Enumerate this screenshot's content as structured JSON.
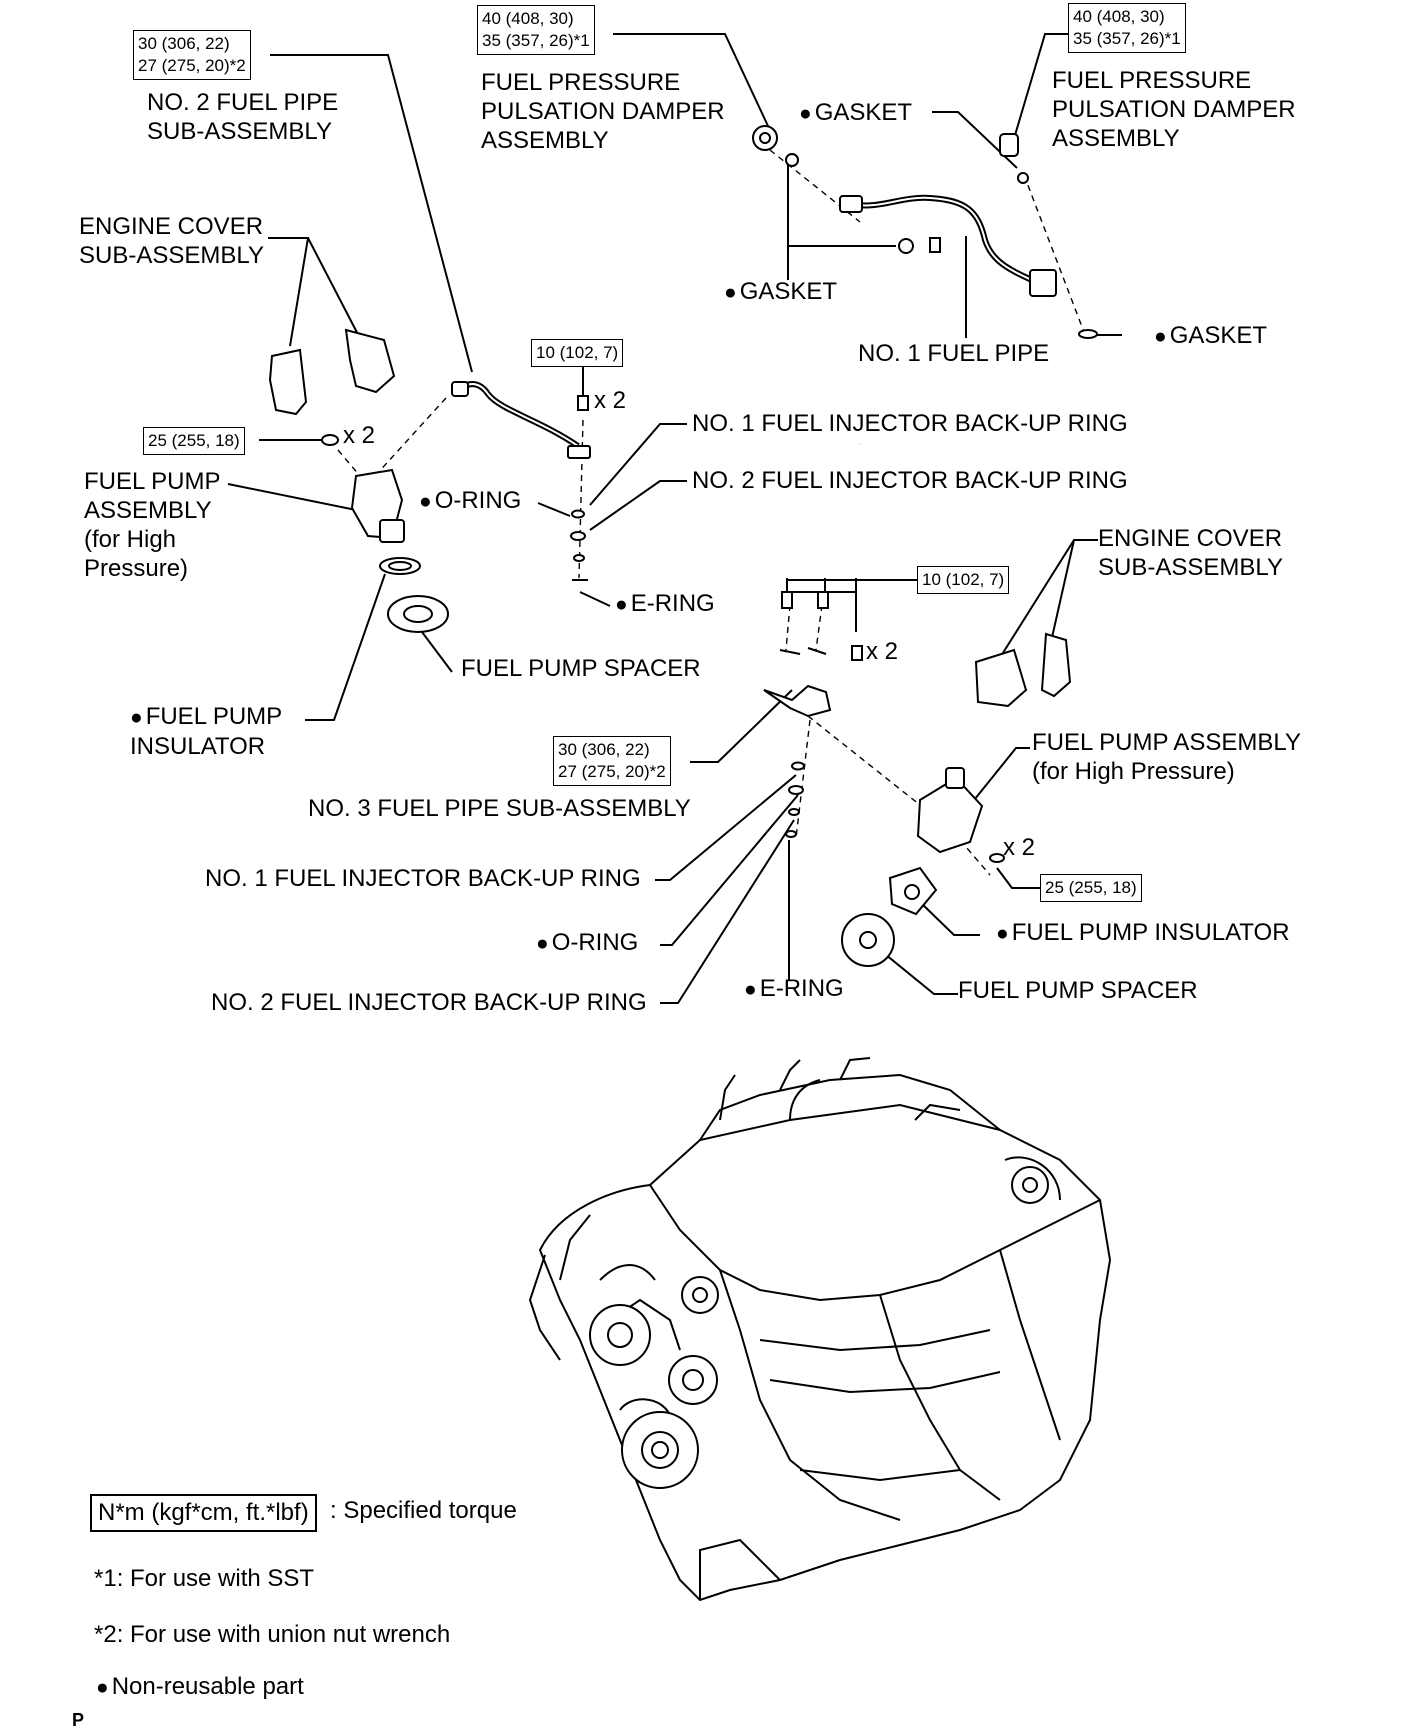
{
  "torques": {
    "damper_left": [
      "40 (408, 30)",
      "35 (357, 26)*1"
    ],
    "damper_right": [
      "40 (408, 30)",
      "35 (357, 26)*1"
    ],
    "fuel_pipe2": [
      "30 (306, 22)",
      "27 (275, 20)*2"
    ],
    "fuel_pipe3": [
      "30 (306, 22)",
      "27 (275, 20)*2"
    ],
    "bolt_10_left": "10 (102, 7)",
    "bolt_10_right": "10 (102, 7)",
    "nut_25_left": "25 (255, 18)",
    "nut_25_right": "25 (255, 18)"
  },
  "labels": {
    "damper_left": "FUEL PRESSURE\nPULSATION DAMPER\nASSEMBLY",
    "damper_right": "FUEL PRESSURE\nPULSATION DAMPER\nASSEMBLY",
    "gasket_top": "GASKET",
    "gasket_mid": "GASKET",
    "gasket_right": "GASKET",
    "no1_fuel_pipe": "NO. 1 FUEL PIPE",
    "no2_fuel_pipe": "NO. 2 FUEL PIPE\nSUB-ASSEMBLY",
    "engine_cover_left": "ENGINE COVER\nSUB-ASSEMBLY",
    "engine_cover_right": "ENGINE COVER\nSUB-ASSEMBLY",
    "x2_a": "x 2",
    "x2_b": "x 2",
    "x2_c": "x 2",
    "x2_d": "x 2",
    "no1_backup_ring_top": "NO. 1 FUEL INJECTOR BACK-UP RING",
    "no2_backup_ring_top": "NO. 2 FUEL INJECTOR BACK-UP RING",
    "o_ring_top": "O-RING",
    "e_ring_top": "E-RING",
    "fuel_pump_left": "FUEL PUMP\nASSEMBLY\n(for High\nPressure)",
    "fuel_pump_spacer_left": "FUEL PUMP SPACER",
    "fuel_pump_insulator_left": "FUEL PUMP\nINSULATOR",
    "no3_fuel_pipe": "NO. 3 FUEL PIPE SUB-ASSEMBLY",
    "no1_backup_ring_bottom": "NO. 1 FUEL INJECTOR BACK-UP RING",
    "o_ring_bottom": "O-RING",
    "no2_backup_ring_bottom": "NO. 2 FUEL INJECTOR BACK-UP RING",
    "e_ring_bottom": "E-RING",
    "fuel_pump_right": "FUEL PUMP ASSEMBLY\n(for High Pressure)",
    "fuel_pump_insulator_right": "FUEL PUMP INSULATOR",
    "fuel_pump_spacer_right": "FUEL PUMP SPACER"
  },
  "legend": {
    "torque_box": "N*m (kgf*cm, ft.*lbf)",
    "torque_text": ": Specified torque",
    "note1": "*1: For use with SST",
    "note2": "*2: For use with union nut wrench",
    "non_reusable": "Non-reusable part"
  },
  "page_code": "P"
}
